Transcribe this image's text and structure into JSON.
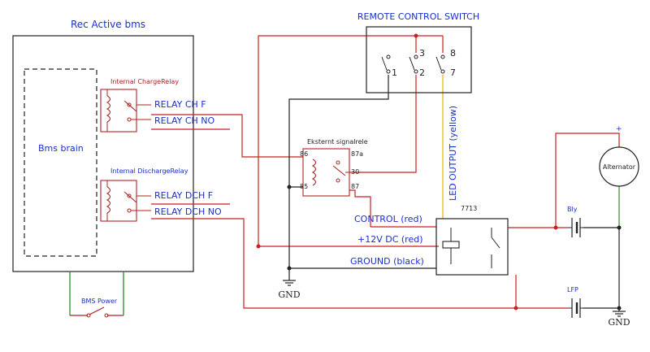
{
  "bms": {
    "title": "Rec Active bms",
    "brain_label": "Bms brain",
    "charge_relay_label": "Internal ChargeRelay",
    "discharge_relay_label": "Internal DischargeRelay",
    "relay_ch_f": "RELAY CH F",
    "relay_ch_no": "RELAY CH NO",
    "relay_dch_f": "RELAY DCH F",
    "relay_dch_no": "RELAY DCH NO",
    "power_label": "BMS Power"
  },
  "remote_switch": {
    "title": "REMOTE CONTROL SWITCH",
    "pins": [
      "3",
      "8",
      "1",
      "2",
      "7"
    ],
    "led_output": "LED OUTPUT (yellow)"
  },
  "ext_relay": {
    "title": "Eksternt signalrele",
    "pins": [
      "86",
      "87a",
      "30",
      "85",
      "87"
    ]
  },
  "module_7713": {
    "title": "7713",
    "control": "CONTROL (red)",
    "plus12": "+12V DC (red)",
    "ground": "GROUND (black)"
  },
  "batteries": {
    "bly": "Bly",
    "lfp": "LFP"
  },
  "alternator": {
    "label": "Alternator",
    "plus": "+"
  },
  "gnd_labels": [
    "GND",
    "GND"
  ],
  "colors": {
    "red_wire": "#cc1f1f",
    "black_wire": "#222222",
    "green_wire": "#2e8b2e",
    "yellow_wire": "#e3c21a",
    "blue_text": "#1a2fcf",
    "component": "#b22222"
  }
}
